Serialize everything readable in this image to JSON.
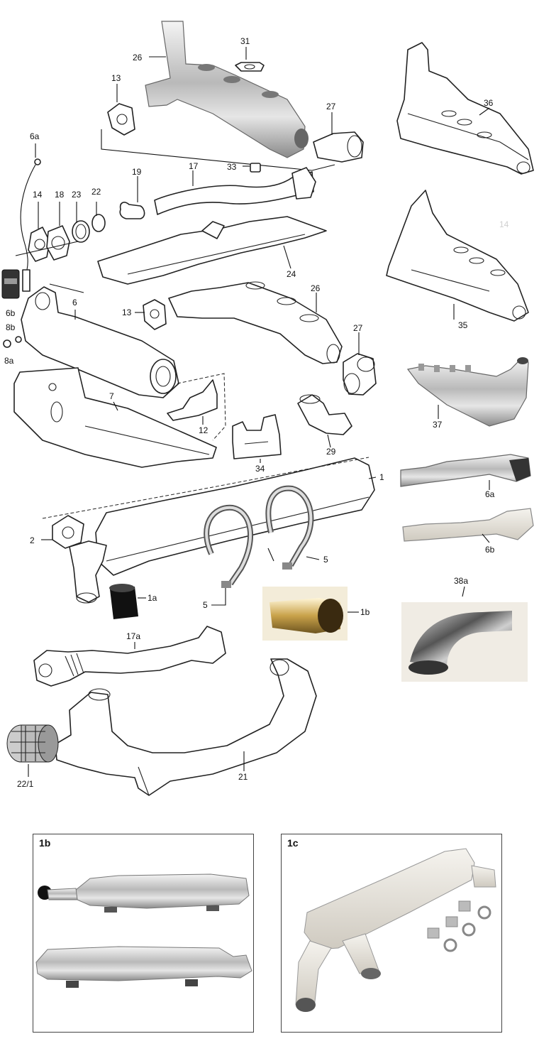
{
  "callouts": {
    "p26_top": "26",
    "p31": "31",
    "p13_top": "13",
    "p27_top": "27",
    "p36": "36",
    "p6a_left": "6a",
    "p19": "19",
    "p17": "17",
    "p33": "33",
    "p14": "14",
    "p18": "18",
    "p23": "23",
    "p22": "22",
    "p14_ghost": "14",
    "p24": "24",
    "p26_mid": "26",
    "p13_mid": "13",
    "p35": "35",
    "p6b_left": "6b",
    "p6": "6",
    "p8b": "8b",
    "p8a": "8a",
    "p27_mid": "27",
    "p7": "7",
    "p12": "12",
    "p37": "37",
    "p29": "29",
    "p34": "34",
    "p1": "1",
    "p6a_right": "6a",
    "p2": "2",
    "p5_right": "5",
    "p6b_right": "6b",
    "p38a": "38a",
    "p1a": "1a",
    "p5_left": "5",
    "p1b_inline": "1b",
    "p17a": "17a",
    "p21": "21",
    "p22_1": "22/1"
  },
  "boxes": {
    "left_title": "1b",
    "right_title": "1c"
  }
}
